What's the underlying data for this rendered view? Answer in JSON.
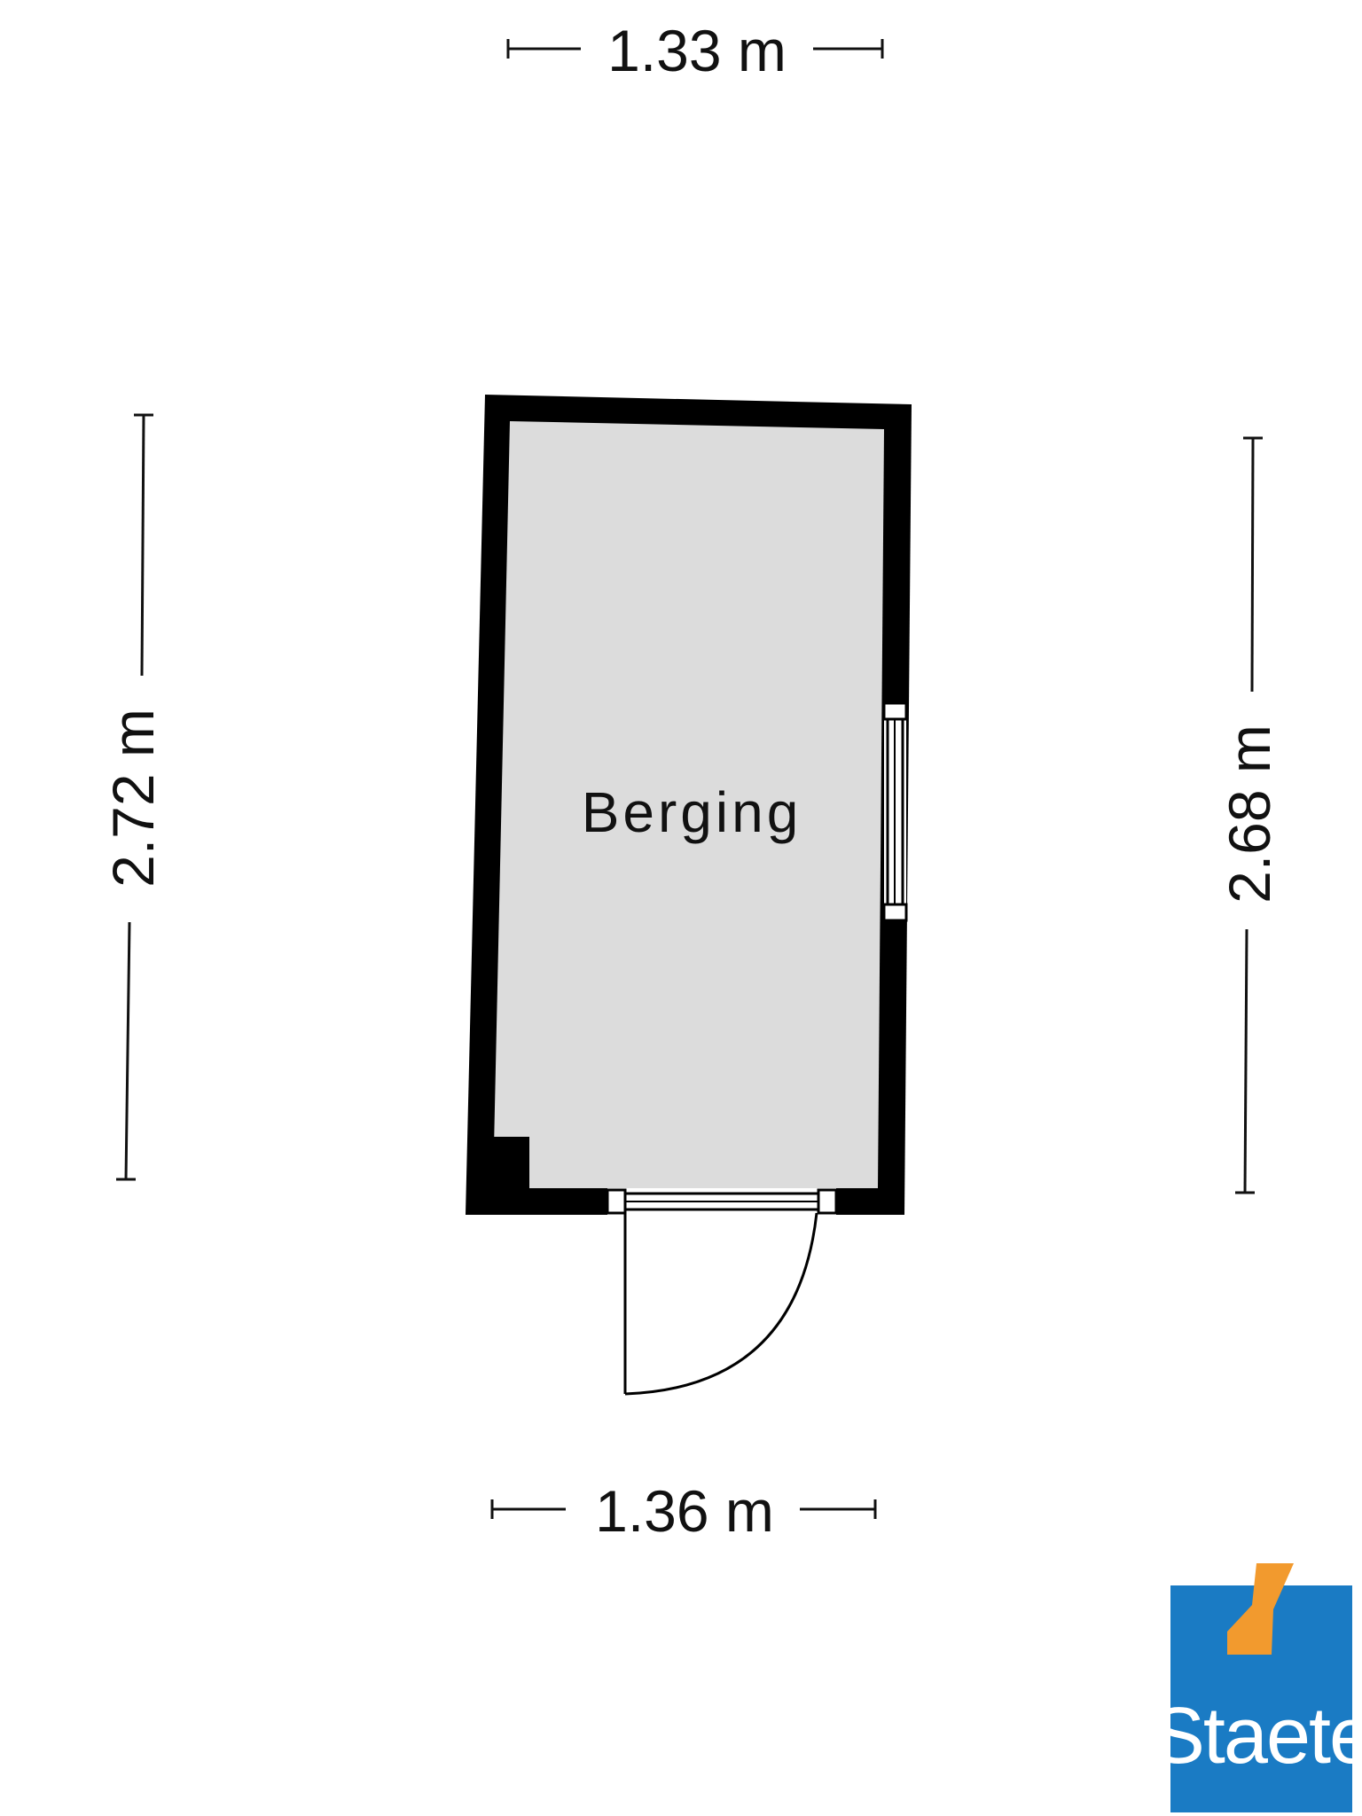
{
  "plan": {
    "room_label": "Berging",
    "dimensions": {
      "top": "1.33 m",
      "bottom": "1.36 m",
      "left": "2.72 m",
      "right": "2.68 m"
    }
  },
  "logo": {
    "text": "Staete",
    "color_blue": "#1a7bc4",
    "color_orange": "#f29a2e"
  },
  "colors": {
    "wall": "#000000",
    "floor": "#dcdcdc"
  }
}
